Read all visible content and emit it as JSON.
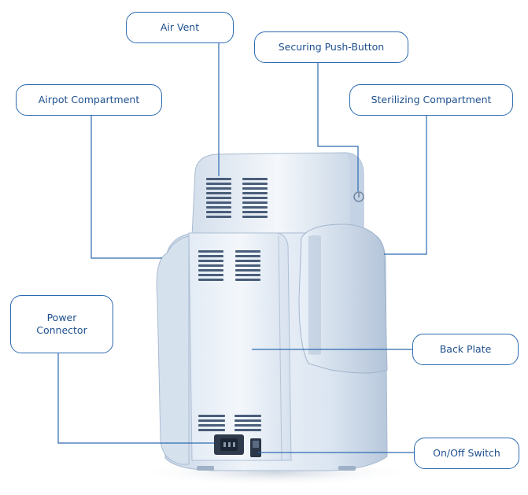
{
  "labels": {
    "air_vent": "Air Vent",
    "securing_push_button": "Securing Push-Button",
    "airpot_compartment": "Airpot Compartment",
    "sterilizing_compartment": "Sterilizing Compartment",
    "power_connector": "Power\nConnector",
    "back_plate": "Back Plate",
    "on_off_switch": "On/Off Switch"
  },
  "colors": {
    "callout_border": "#2d6bb0",
    "callout_text": "#1d4f8d",
    "leader_line": "#2d6bb0",
    "device_body": "#dfe8f3",
    "vent_slot": "#4a5e7a"
  }
}
